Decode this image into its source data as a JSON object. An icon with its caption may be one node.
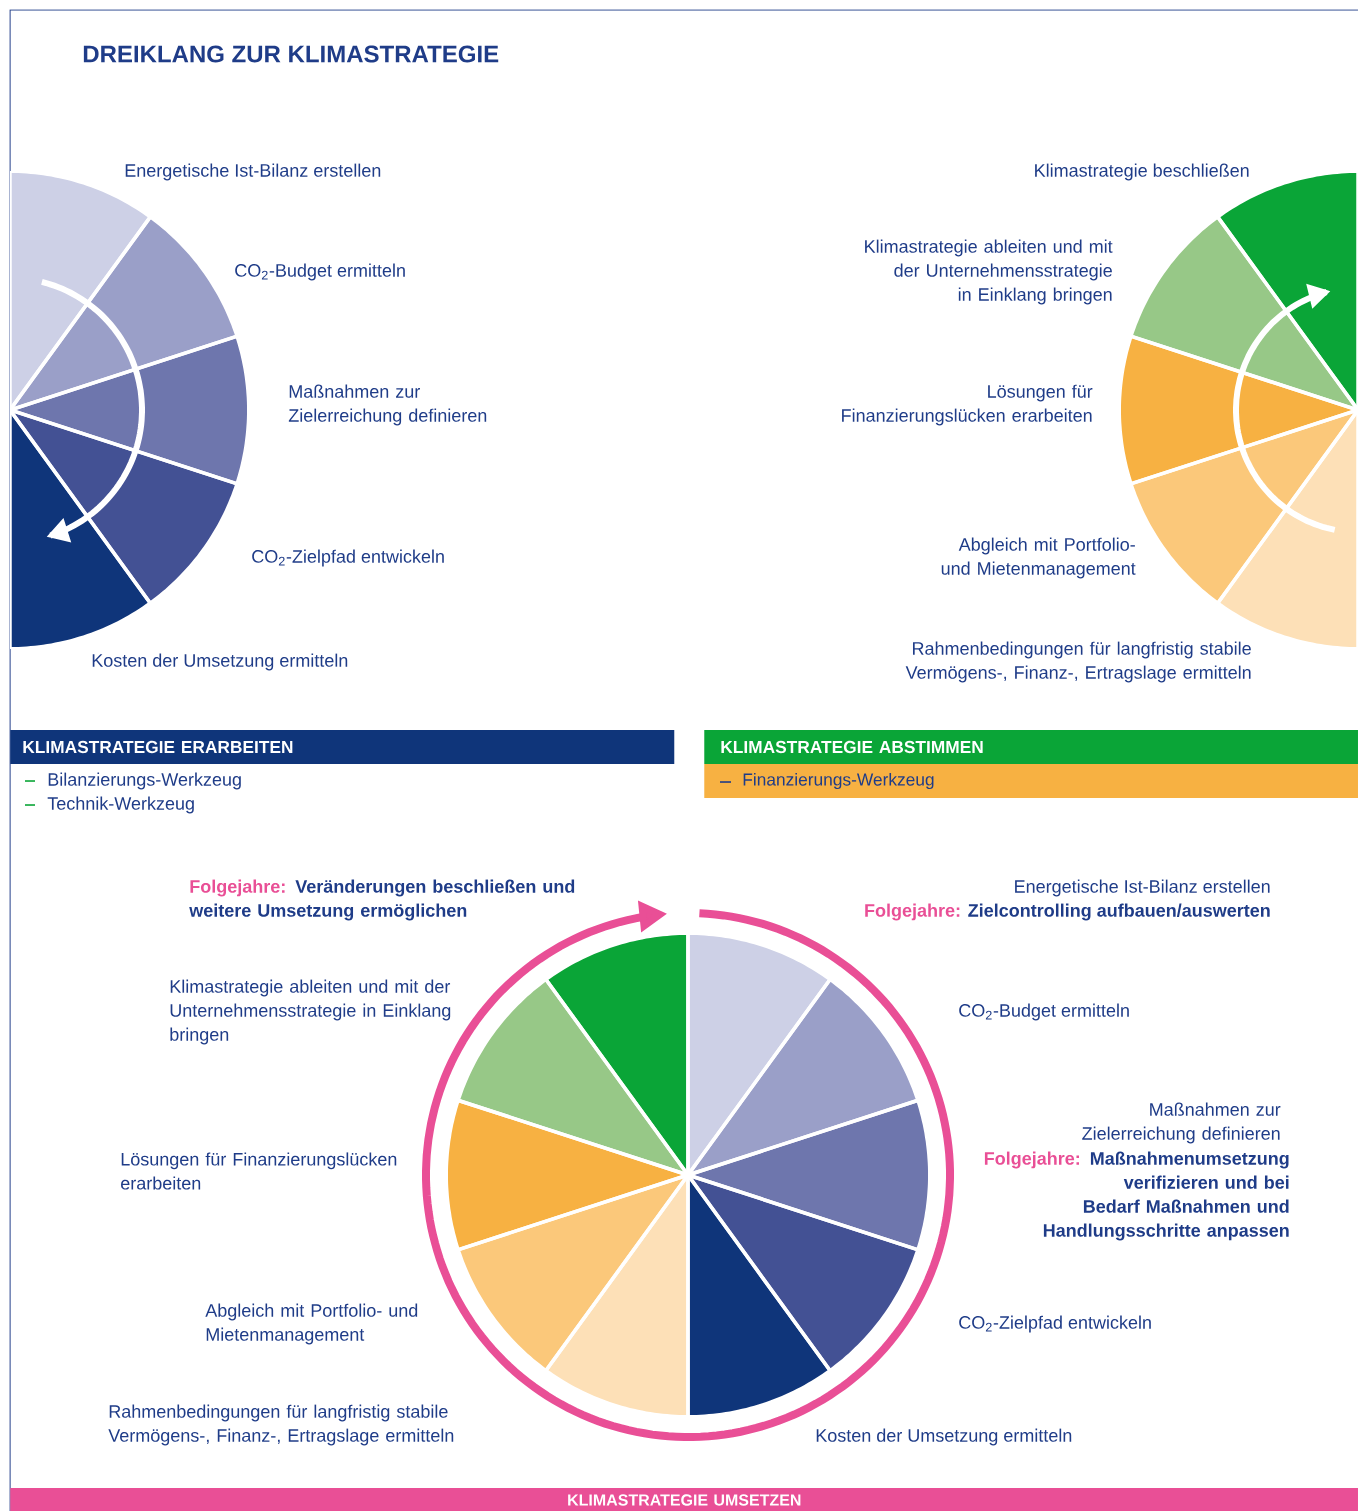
{
  "diagram": {
    "title": "DREIKLANG ZUR KLIMASTRATEGIE",
    "nodes": [
      {
        "text": [
          "KLIMASTRATEGIE ERARBEITEN"
        ]
      },
      {
        "text": [
          "KLIMASTRATEGIE ABSTIMMEN"
        ]
      },
      {
        "text": [
          "Finanzierungs-Werkzeug"
        ]
      },
      {
        "text": [
          "KLIMASTRATEGIE UMSETZEN"
        ]
      }
    ],
    "labels": [
      "Energetische Ist-Bilanz erstellen",
      "CO$_{2}$-Budget ermitteln",
      "Maßnahmen zur Zielerreichung definieren",
      "CO$_{2}$-Zielpfad entwickeln",
      "Kosten der Umsetzung ermitteln",
      "Klimastrategie beschließen",
      "Klimastrategie ableiten und mit der Unternehmensstrategie in Einklang bringen",
      "Lösungen für Finanzierungslücken erarbeiten",
      "Abgleich mit Portfolio- und Mietenmanagement",
      "Rahmenbedingungen für langfristig stabile Vermögens-, Finanz-, Ertragslage ermitteln",
      "Bilanzierungs-Werkzeug",
      "Technik-Werkzeug",
      "Folgejahre:",
      "Veränderungen beschließen und weitere Umsetzung ermöglichen",
      "Energetische Ist-Bilanz erstellen",
      "Folgejahre:",
      "Zielcontrolling aufbauen/auswerten",
      "Klimastrategie ableiten und mit der Unternehmensstrategie in Einklang bringen",
      "CO$_{2}$-Budget ermitteln",
      "Maßnahmen zur Zielerreichung definieren",
      "Folgejahre:",
      "Maßnahmenumsetzung verifizieren und bei Bedarf Maßnahmen und Handlungsschritte anpassen",
      "Lösungen für Finanzierungslücken erarbeiten",
      "CO$_{2}$-Zielpfad entwickeln",
      "Abgleich mit Portfolio- und Mietenmanagement",
      "Rahmenbedingungen für langfristig stabile Vermögens-, Finanz-, Ertragslage ermitteln",
      "Kosten der Umsetzung ermitteln"
    ]
  }
}
